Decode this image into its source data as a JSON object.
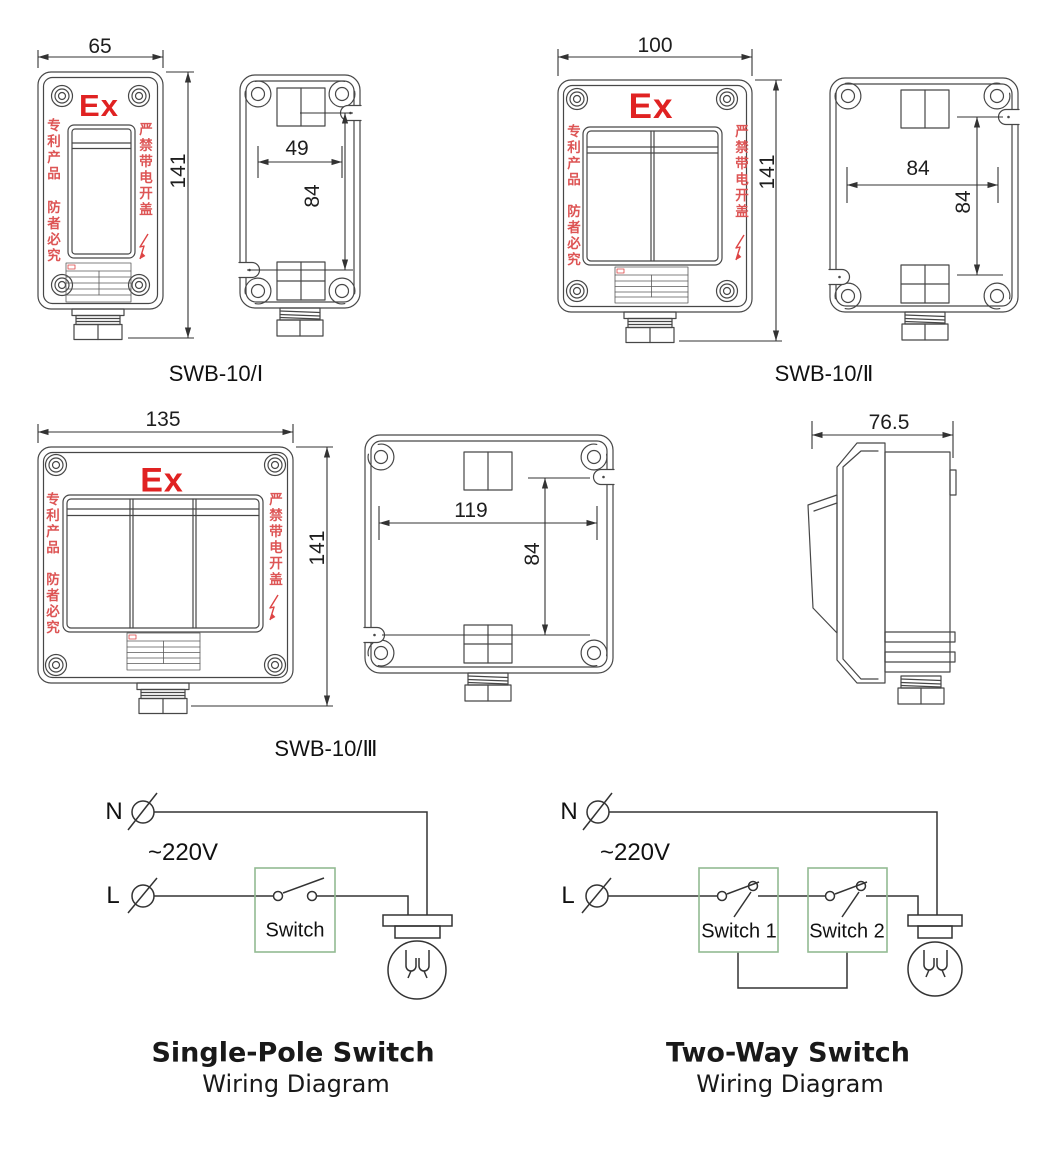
{
  "page": {
    "background": "#ffffff"
  },
  "drawing": {
    "ex_mark": "Ex",
    "patent_text_top": "专利产品",
    "patent_text_bottom": "防者必究",
    "warning_text": "严禁带电开盖",
    "models": {
      "swb1": {
        "label": "SWB-10/Ⅰ",
        "front": {
          "width_mm": "65",
          "height_mm": "141"
        },
        "back": {
          "width_mm": "49",
          "height_mm": "84"
        }
      },
      "swb2": {
        "label": "SWB-10/Ⅱ",
        "front": {
          "width_mm": "100",
          "height_mm": "141"
        },
        "back": {
          "width_mm": "84",
          "height_mm": "84"
        }
      },
      "swb3": {
        "label": "SWB-10/Ⅲ",
        "front": {
          "width_mm": "135",
          "height_mm": "141"
        },
        "back": {
          "width_mm": "119",
          "height_mm": "84"
        },
        "side": {
          "depth_mm": "76.5"
        }
      }
    }
  },
  "wiring": {
    "single_pole": {
      "neutral": "N",
      "live": "L",
      "voltage": "~220V",
      "switch": "Switch",
      "title": "Single-Pole Switch",
      "subtitle": "Wiring Diagram"
    },
    "two_way": {
      "neutral": "N",
      "live": "L",
      "voltage": "~220V",
      "switch1": "Switch 1",
      "switch2": "Switch 2",
      "title": "Two-Way Switch",
      "subtitle": "Wiring Diagram"
    }
  },
  "colors": {
    "line": "#474747",
    "ex_red": "#e02222",
    "warning_red": "#dd5555",
    "switch_box_green": "#93bb93"
  }
}
